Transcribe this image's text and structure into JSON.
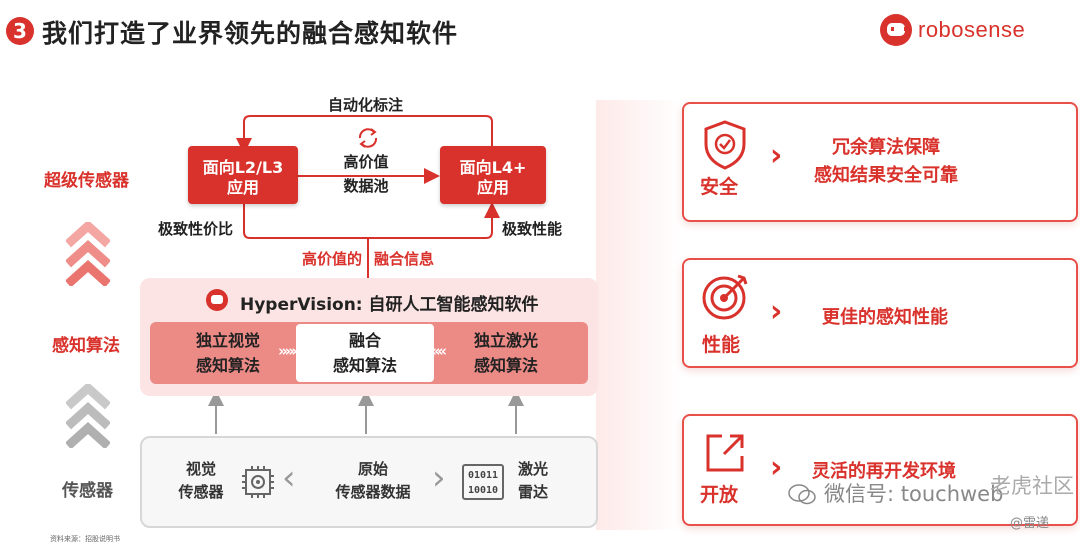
{
  "header": {
    "number": "3",
    "title": "我们打造了业界领先的融合感知软件",
    "brand": "robosense"
  },
  "left_labels": {
    "super_sensor": "超级传感器",
    "perception_algo": "感知算法",
    "sensor": "传感器"
  },
  "loop": {
    "top_label": "自动化标注",
    "left_box": [
      "面向L2/L3",
      "应用"
    ],
    "right_box": [
      "面向L4+",
      "应用"
    ],
    "middle": [
      "高价值",
      "数据池"
    ],
    "left_caption": "极致性价比",
    "right_caption": "极致性能",
    "bottom_left": "高价值的",
    "bottom_right": "融合信息"
  },
  "hypervision": {
    "title": "HyperVision: 自研人工智能感知软件",
    "left_algo": [
      "独立视觉",
      "感知算法"
    ],
    "center_algo": [
      "融合",
      "感知算法"
    ],
    "right_algo": [
      "独立激光",
      "感知算法"
    ],
    "arrows_right": "»»»",
    "arrows_left": "«««"
  },
  "sensors": {
    "camera": [
      "视觉",
      "传感器"
    ],
    "raw": [
      "原始",
      "传感器数据"
    ],
    "lidar": [
      "激光",
      "雷达"
    ],
    "binary_lines": [
      "01011",
      "10010"
    ]
  },
  "cards": [
    {
      "label": "安全",
      "icon": "shield-check-icon",
      "desc": [
        "冗余算法保障",
        "感知结果安全可靠"
      ]
    },
    {
      "label": "性能",
      "icon": "target-icon",
      "desc": [
        "更佳的感知性能"
      ]
    },
    {
      "label": "开放",
      "icon": "open-export-icon",
      "desc": [
        "灵活的再开发环境"
      ]
    }
  ],
  "footnote": "资料来源：招股说明书",
  "watermark": {
    "text": "微信号: touchweb",
    "overlay": "老虎社区",
    "handle": "@雷递"
  },
  "colors": {
    "accent": "#d9312b",
    "pink_panel": "#fbe4e3",
    "algo_bar": "#ec8a86",
    "grey_panel": "#f7f7f7"
  }
}
